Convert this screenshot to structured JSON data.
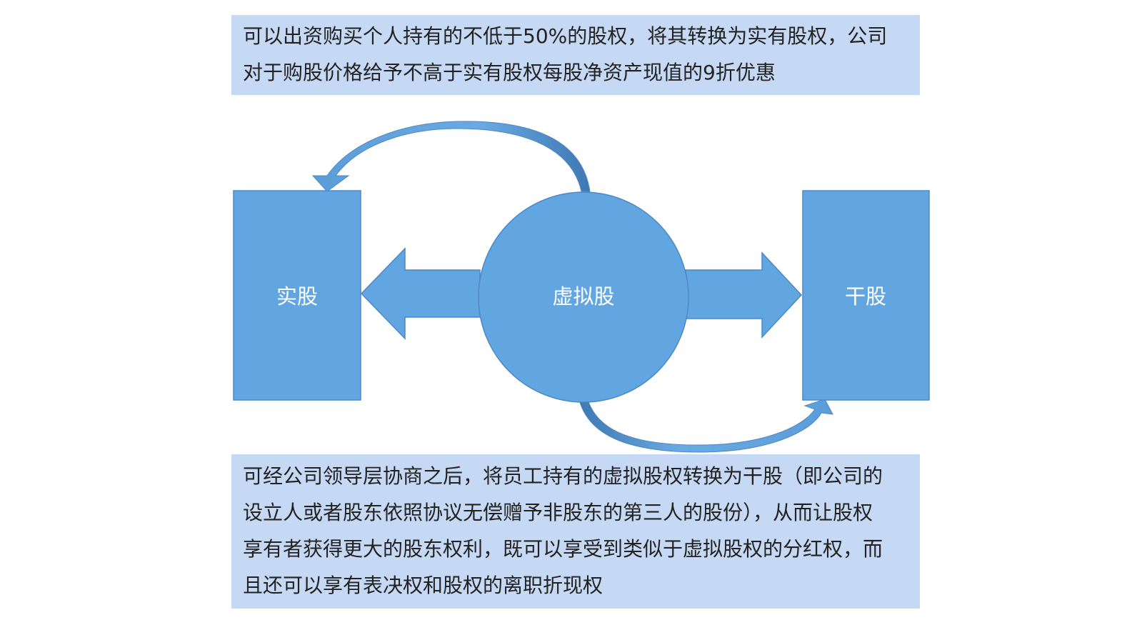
{
  "top_note": {
    "lines": [
      "可以出资购买个人持有的不低于50%的股权，将其转换为实有股权，公司",
      "对于购股价格给予不高于实有股权每股净资产现值的9折优惠"
    ]
  },
  "bottom_note": {
    "lines": [
      "可经公司领导层协商之后，将员工持有的虚拟股权转换为干股（即公司的",
      "设立人或者股东依照协议无偿赠予非股东的第三人的股份），从而让股权",
      "享有者获得更大的股东权利，既可以享受到类似于虚拟股权的分红权，而",
      "且还可以享有表决权和股权的离职折现权"
    ]
  },
  "nodes": {
    "left_box": {
      "label": "实股"
    },
    "center_circle": {
      "label": "虚拟股"
    },
    "right_box": {
      "label": "干股"
    }
  },
  "colors": {
    "shape_fill": "#62a6e1",
    "shape_stroke": "#4d88c6",
    "note_fill": "#c6d9f4",
    "label_text": "#ffffff"
  }
}
